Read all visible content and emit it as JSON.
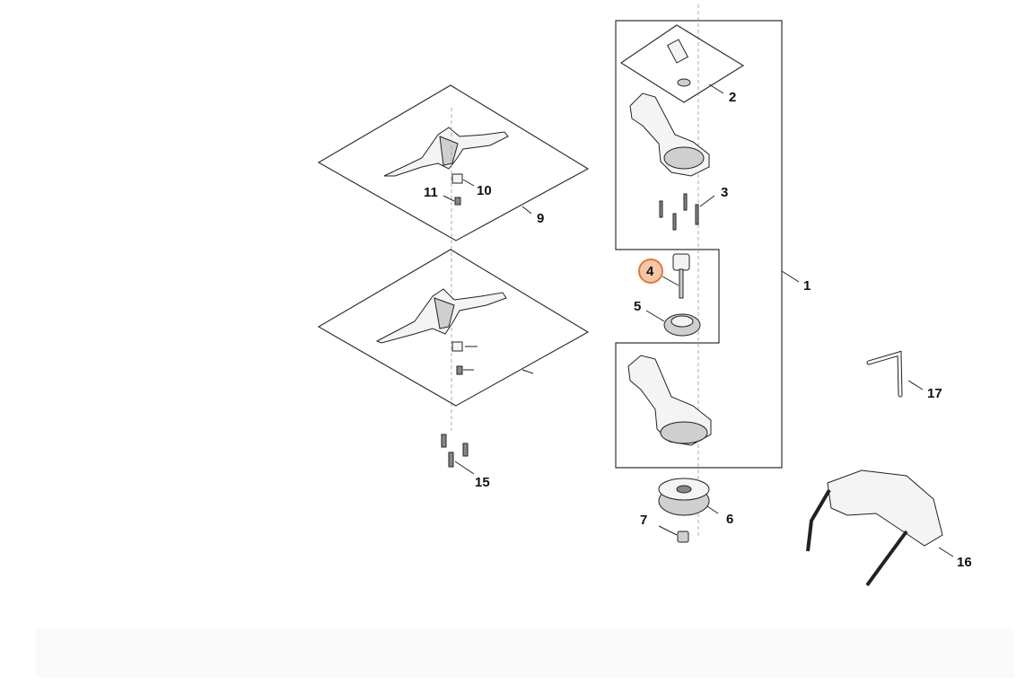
{
  "diagram": {
    "highlighted_part": "4",
    "parts": [
      {
        "id": "p1",
        "label": "1"
      },
      {
        "id": "p2",
        "label": "2"
      },
      {
        "id": "p3",
        "label": "3"
      },
      {
        "id": "p4",
        "label": "4"
      },
      {
        "id": "p5",
        "label": "5"
      },
      {
        "id": "p6",
        "label": "6"
      },
      {
        "id": "p7",
        "label": "7"
      },
      {
        "id": "p9",
        "label": "9"
      },
      {
        "id": "p10",
        "label": "10"
      },
      {
        "id": "p11",
        "label": "11"
      },
      {
        "id": "p15",
        "label": "15"
      },
      {
        "id": "p16",
        "label": "16"
      },
      {
        "id": "p17",
        "label": "17"
      }
    ],
    "colors": {
      "highlight_fill": "#f6c7a6",
      "highlight_stroke": "#e07a3a",
      "line": "#222222"
    }
  }
}
